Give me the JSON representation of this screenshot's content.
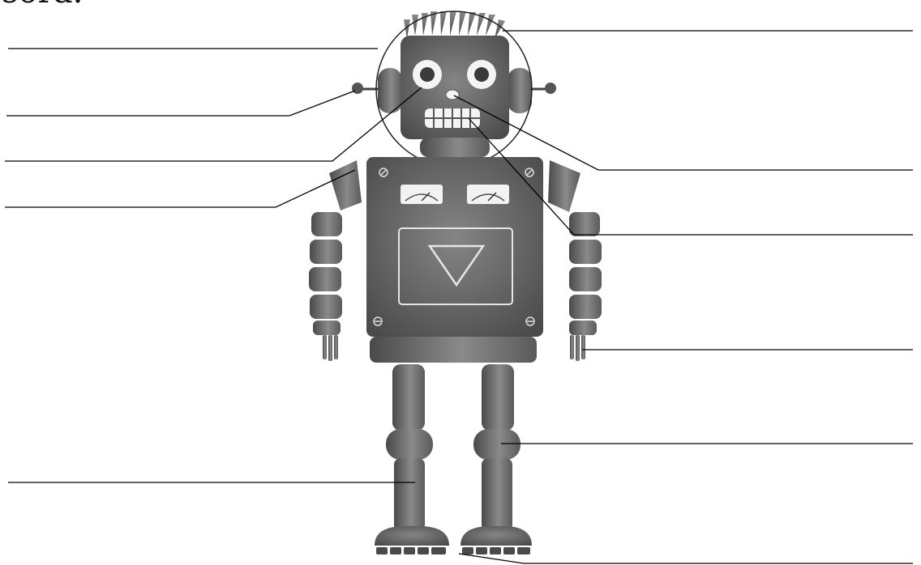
{
  "page": {
    "partial_heading": "sora."
  },
  "diagram": {
    "subject": "robot",
    "label_lines": [
      {
        "side": "left",
        "target": "head"
      },
      {
        "side": "left",
        "target": "antenna"
      },
      {
        "side": "left",
        "target": "eye"
      },
      {
        "side": "left",
        "target": "shoulder"
      },
      {
        "side": "left",
        "target": "leg"
      },
      {
        "side": "right",
        "target": "hair"
      },
      {
        "side": "right",
        "target": "nose"
      },
      {
        "side": "right",
        "target": "mouth"
      },
      {
        "side": "right",
        "target": "hand"
      },
      {
        "side": "right",
        "target": "knee"
      },
      {
        "side": "right",
        "target": "foot"
      }
    ]
  },
  "colors": {
    "body_dark": "#3c3c3c",
    "body_mid": "#7a7a7a",
    "body_light": "#9a9a9a",
    "line": "#000000",
    "background": "#ffffff"
  }
}
